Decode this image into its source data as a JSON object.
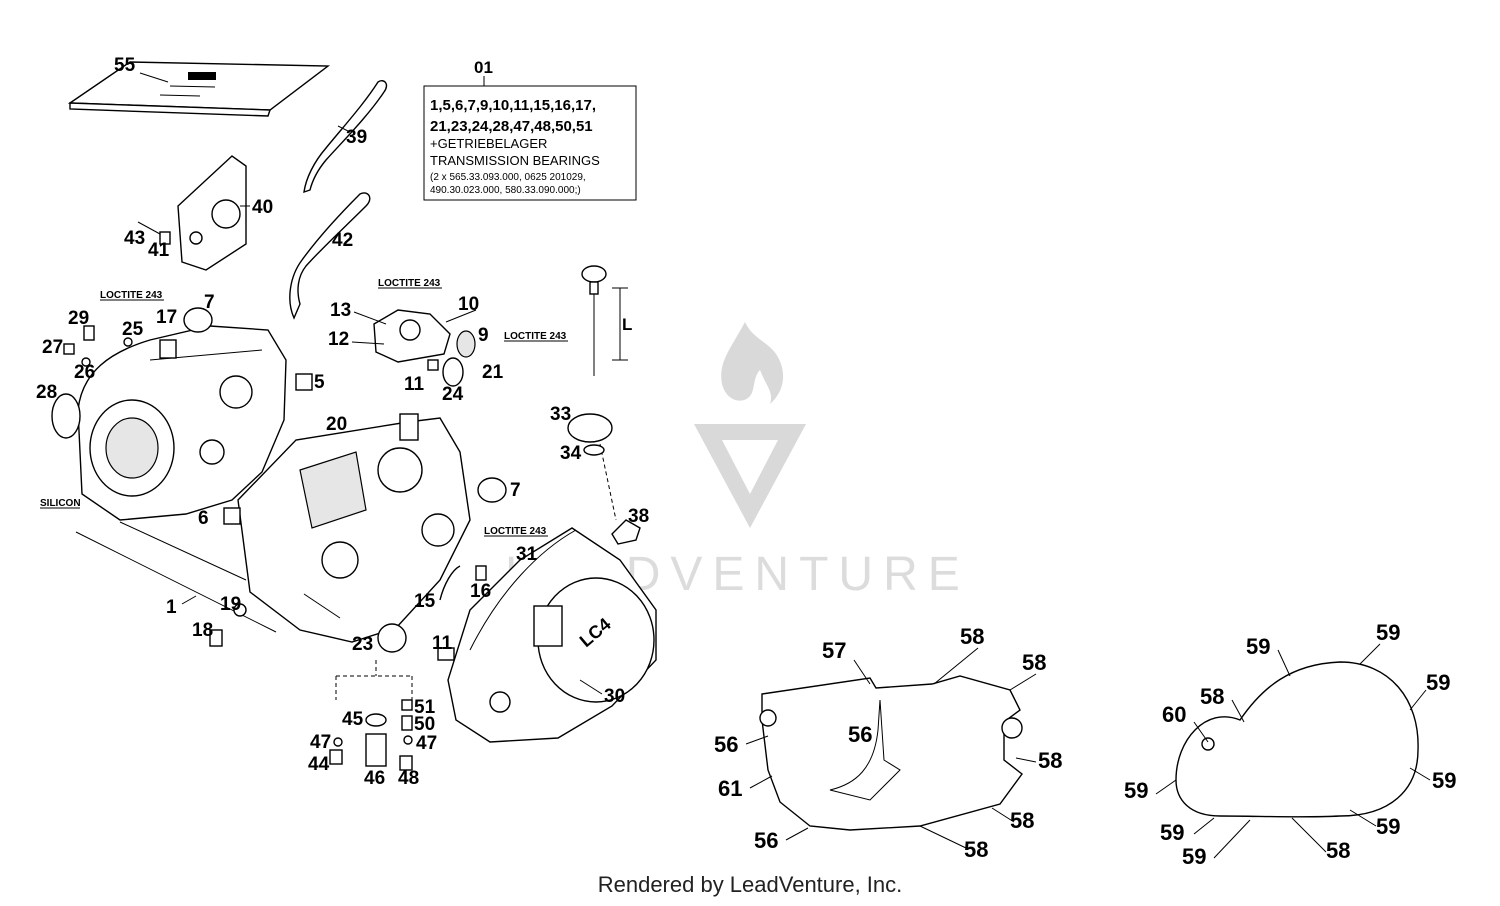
{
  "watermark": {
    "text": "LEADVENTURE"
  },
  "kit_box": {
    "ref": "01",
    "line1": "1,5,6,7,9,10,11,15,16,17,",
    "line2": "21,23,24,28,47,48,50,51",
    "line3": "+GETRIEBELAGER",
    "line4": "TRANSMISSION BEARINGS",
    "line5": "(2 x 565.33.093.000, 0625 201029,",
    "line6": "490.30.023.000, 580.33.090.000;)"
  },
  "notes": {
    "loctite_a": "LOCTITE 243",
    "loctite_b": "LOCTITE 243",
    "loctite_c": "LOCTITE 243",
    "loctite_d": "LOCTITE 243",
    "silicon": "SILICON",
    "dim_l": "L"
  },
  "callouts": {
    "c55": "55",
    "c39": "39",
    "c40": "40",
    "c43": "43",
    "c41": "41",
    "c42": "42",
    "c29": "29",
    "c7a": "7",
    "c25": "25",
    "c17": "17",
    "c27": "27",
    "c26": "26",
    "c28": "28",
    "c5": "5",
    "c13": "13",
    "c10": "10",
    "c12": "12",
    "c9": "9",
    "c21": "21",
    "c11a": "11",
    "c24": "24",
    "c33": "33",
    "c34": "34",
    "c20": "20",
    "c7b": "7",
    "c6": "6",
    "c38": "38",
    "c31": "31",
    "c16": "16",
    "c15": "15",
    "c1": "1",
    "c19": "19",
    "c18": "18",
    "c23": "23",
    "c11b": "11",
    "c30": "30",
    "c51": "51",
    "c45": "45",
    "c50": "50",
    "c47a": "47",
    "c47b": "47",
    "c44": "44",
    "c46": "46",
    "c48": "48"
  },
  "gasket_left": {
    "c57": "57",
    "c58a": "58",
    "c58b": "58",
    "c56a": "56",
    "c56b": "56",
    "c58c": "58",
    "c61": "61",
    "c58d": "58",
    "c56c": "56",
    "c58e": "58"
  },
  "gasket_right": {
    "c59a": "59",
    "c59b": "59",
    "c58a": "58",
    "c59c": "59",
    "c60": "60",
    "c59d": "59",
    "c59e": "59",
    "c59f": "59",
    "c59g": "59",
    "c59h": "59",
    "c58b": "58"
  },
  "footer": {
    "text": "Rendered by LeadVenture, Inc."
  }
}
